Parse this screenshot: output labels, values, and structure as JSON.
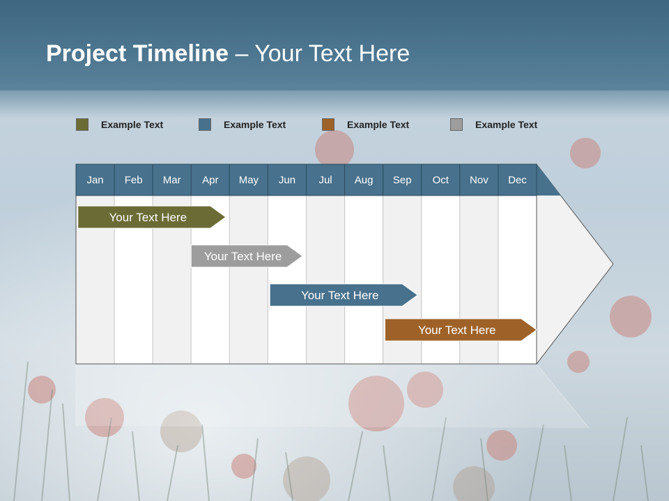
{
  "header": {
    "title_bold": "Project Timeline",
    "title_rest": " – Your Text Here"
  },
  "legend": [
    {
      "label": "Example Text",
      "color": "#6b6b35"
    },
    {
      "label": "Example Text",
      "color": "#47718c"
    },
    {
      "label": "Example Text",
      "color": "#9e6228"
    },
    {
      "label": "Example Text",
      "color": "#9d9d9d"
    }
  ],
  "timeline": {
    "months": [
      "Jan",
      "Feb",
      "Mar",
      "Apr",
      "May",
      "Jun",
      "Jul",
      "Aug",
      "Sep",
      "Oct",
      "Nov",
      "Dec"
    ],
    "header_color": "#47718c",
    "tasks": [
      {
        "label": "Your  Text Here",
        "start_month": 0.05,
        "end_month": 3.9,
        "color": "#6b6b35"
      },
      {
        "label": "Your  Text Here",
        "start_month": 3.0,
        "end_month": 5.9,
        "color": "#9d9d9d"
      },
      {
        "label": "Your  Text Here",
        "start_month": 5.05,
        "end_month": 8.9,
        "color": "#47718c"
      },
      {
        "label": "Your  Text Here",
        "start_month": 8.05,
        "end_month": 12.0,
        "color": "#9e6228"
      }
    ]
  }
}
